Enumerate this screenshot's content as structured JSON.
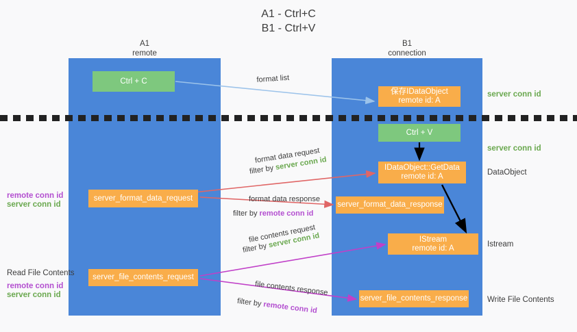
{
  "title": {
    "line1": "A1 - Ctrl+C",
    "line2": "B1 - Ctrl+V"
  },
  "columns": [
    {
      "id": "a1",
      "name": "A1",
      "role": "remote"
    },
    {
      "id": "b1",
      "name": "B1",
      "role": "connection"
    }
  ],
  "boxes": {
    "ctrl_c": "Ctrl + C",
    "ctrl_v": "Ctrl + V",
    "dataobject_a_line1": "保存IDataObject",
    "dataobject_a_line2": "remote id: A",
    "getdata_line1": "IDataObject::GetData",
    "getdata_line2": "remote id: A",
    "istream_line1": "IStream",
    "istream_line2": "remote id: A",
    "server_format_data_request": "server_format_data_request",
    "server_format_data_response": "server_format_data_response",
    "server_file_contents_request": "server_file_contents_request",
    "server_file_contents_response": "server_file_contents_response"
  },
  "right_labels": {
    "server_conn_id_1": "server conn id",
    "server_conn_id_2": "server conn id",
    "dataobject": "DataObject",
    "istream": "Istream",
    "write_file_contents": "Write File Contents"
  },
  "left_labels": {
    "remote_conn_id_1": "remote conn id",
    "server_conn_id_1": "server conn id",
    "read_file_contents": "Read File Contents",
    "remote_conn_id_2": "remote conn id",
    "server_conn_id_2": "server conn id"
  },
  "wire_labels": {
    "format_list": "format list",
    "format_data_request": "format data request",
    "filter_by": "filter by",
    "server_conn_id": "server conn id",
    "remote_conn_id": "remote conn id",
    "format_data_response": "format data response",
    "file_contents_request": "file contents request",
    "file_contents_response": "file contents response"
  },
  "colors": {
    "column_blue": "#4a86d8",
    "box_green": "#7ec87e",
    "box_orange": "#f9ad4a",
    "accent_green_text": "#6aa84f",
    "accent_purple_text": "#b34fd0",
    "arrow_light_blue": "#9cc3ea",
    "arrow_red": "#e06666",
    "arrow_magenta": "#c game",
    "arrow_black": "#000000",
    "background": "#f9f9fa"
  }
}
